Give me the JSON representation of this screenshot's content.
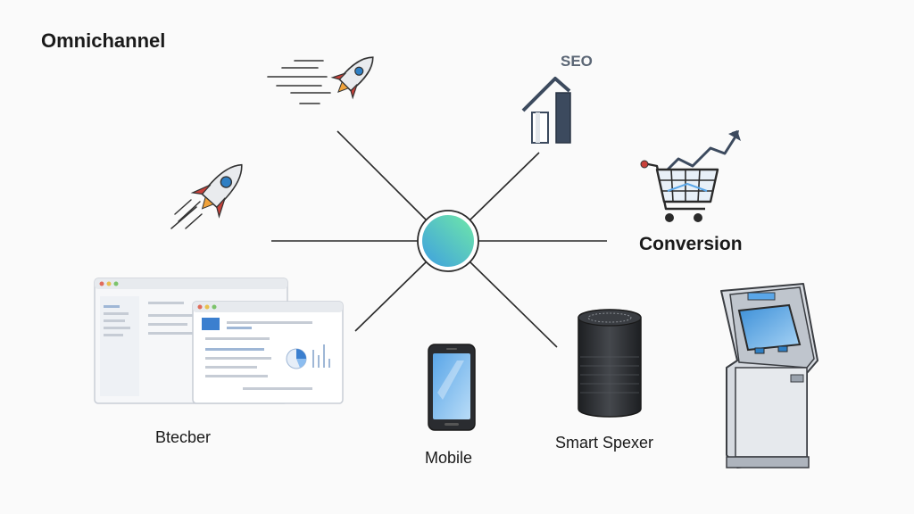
{
  "diagram": {
    "title": "Omnichannel",
    "hub": {
      "name": "omnichannel-hub"
    },
    "channels": [
      {
        "id": "seo",
        "label": "SEO",
        "icon": "seo-chart-icon"
      },
      {
        "id": "conversion",
        "label": "Conversion",
        "icon": "shopping-cart-icon"
      },
      {
        "id": "browser",
        "label": "Btecber",
        "icon": "browser-windows-icon"
      },
      {
        "id": "mobile",
        "label": "Mobile",
        "icon": "smartphone-icon"
      },
      {
        "id": "speaker",
        "label": "Smart Spexer",
        "icon": "smart-speaker-icon"
      },
      {
        "id": "kiosk",
        "label": "",
        "icon": "kiosk-icon"
      },
      {
        "id": "rocket-top",
        "label": "",
        "icon": "rocket-icon"
      },
      {
        "id": "rocket-left",
        "label": "",
        "icon": "rocket-icon"
      }
    ],
    "colors": {
      "hub_start": "#3e9fe0",
      "hub_end": "#6fe8a8",
      "line": "#2a2a2a",
      "accent_blue": "#2e7fc4",
      "rocket_red": "#c8413a",
      "slate": "#3c4a5e"
    }
  }
}
